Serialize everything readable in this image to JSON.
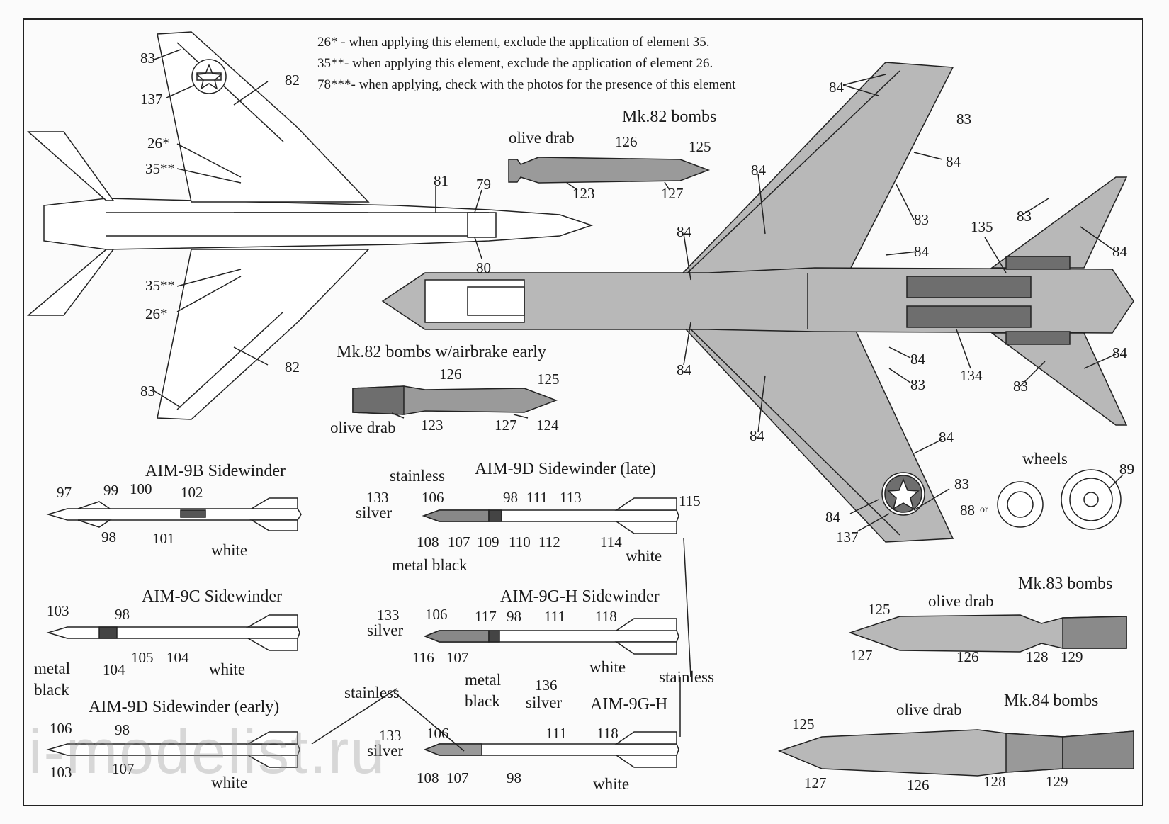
{
  "colors": {
    "grey_fill": "#b8b8b8",
    "dark_fill": "#6e6e6e",
    "line": "#222222"
  },
  "notes": [
    "26* - when applying this element, exclude the application of element 35.",
    "35**- when applying this element, exclude the application of element 26.",
    "78***- when applying, check with the photos for the presence of this element"
  ],
  "titles": {
    "mk82": "Mk.82 bombs",
    "mk82_airbrake": "Mk.82 bombs w/airbrake early",
    "mk83": "Mk.83 bombs",
    "mk84": "Mk.84 bombs",
    "aim9b": "AIM-9B Sidewinder",
    "aim9d_late": "AIM-9D Sidewinder (late)",
    "aim9c": "AIM-9C Sidewinder",
    "aim9gh1": "AIM-9G-H Sidewinder",
    "aim9d_early": "AIM-9D Sidewinder (early)",
    "aim9gh2": "AIM-9G-H",
    "wheels": "wheels"
  },
  "color_labels": {
    "olive_drab": "olive drab",
    "white": "white",
    "stainless": "stainless",
    "silver": "silver",
    "metal": "metal",
    "black": "black",
    "metal_black": "metal black",
    "or": "or"
  },
  "callouts": {
    "n26s": "26*",
    "n35ss": "35**",
    "n83": "83",
    "n82": "82",
    "n137": "137",
    "n81": "81",
    "n79": "79",
    "n80": "80",
    "n84": "84",
    "n134": "134",
    "n135": "135",
    "n123": "123",
    "n124": "124",
    "n125": "125",
    "n126": "126",
    "n127": "127",
    "n128": "128",
    "n129": "129",
    "n88": "88",
    "n89": "89",
    "n97": "97",
    "n98": "98",
    "n99": "99",
    "n100": "100",
    "n101": "101",
    "n102": "102",
    "n103": "103",
    "n104": "104",
    "n105": "105",
    "n106": "106",
    "n107": "107",
    "n108": "108",
    "n109": "109",
    "n110": "110",
    "n111": "111",
    "n112": "112",
    "n113": "113",
    "n114": "114",
    "n115": "115",
    "n116": "116",
    "n117": "117",
    "n118": "118",
    "n133": "133",
    "n136": "136"
  },
  "watermark": "i-modelist.ru"
}
